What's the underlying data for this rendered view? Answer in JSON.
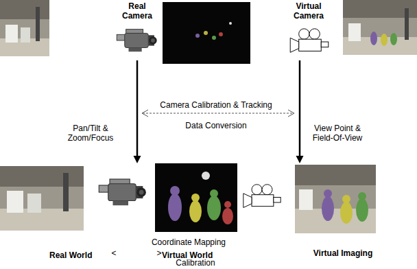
{
  "diagram": {
    "nodes": [
      {
        "text": [
          "Real Camera"
        ]
      },
      {
        "text": [
          "Virtual Camera"
        ]
      },
      {
        "text": [
          "Real World"
        ]
      },
      {
        "text": [
          "Virtual World"
        ]
      },
      {
        "text": [
          "Virtual Imaging"
        ]
      }
    ],
    "edges": [
      {
        "from": 0,
        "to": 2,
        "arrow": "to"
      },
      {
        "from": 1,
        "to": 4,
        "arrow": "to"
      }
    ],
    "labels": [
      "Camera Calibration & Tracking",
      "Pan/Tilt & Zoom/Focus",
      "View Point & Field-Of-View",
      "Data Conversion",
      "<",
      "Coordinate Mapping",
      ">",
      "Calibration"
    ]
  }
}
